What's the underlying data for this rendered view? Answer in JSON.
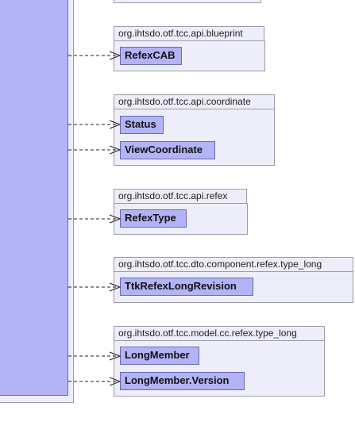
{
  "packages": [
    {
      "name": "org.ihtsdo.otf.tcc.api.blueprint",
      "classes": [
        "RefexCAB"
      ]
    },
    {
      "name": "org.ihtsdo.otf.tcc.api.coordinate",
      "classes": [
        "Status",
        "ViewCoordinate"
      ]
    },
    {
      "name": "org.ihtsdo.otf.tcc.api.refex",
      "classes": [
        "RefexType"
      ]
    },
    {
      "name": "org.ihtsdo.otf.tcc.dto.component.refex.type_long",
      "classes": [
        "TtkRefexLongRevision"
      ]
    },
    {
      "name": "org.ihtsdo.otf.tcc.model.cc.refex.type_long",
      "classes": [
        "LongMember",
        "LongMember.Version"
      ]
    }
  ],
  "colors": {
    "class_fill": "#b3b3f7",
    "class_border": "#6a6ab0",
    "package_fill": "#eeeefa",
    "package_border": "#9a9aaa",
    "edge": "#222222"
  },
  "edge_style": "dashed-open-arrow"
}
